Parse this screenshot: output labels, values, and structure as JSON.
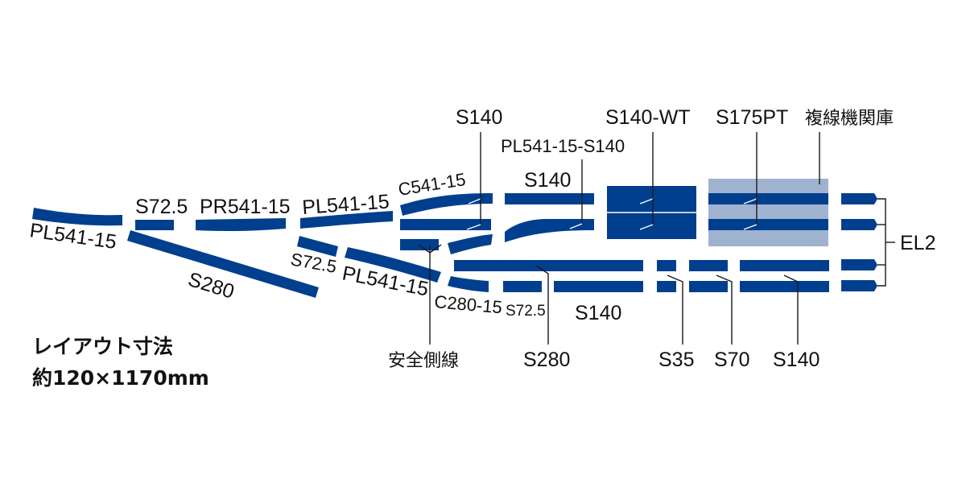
{
  "layout_info": {
    "title": "レイアウト寸法",
    "size": "約120×1170mm"
  },
  "labels": {
    "pl541_15_left": "PL541-15",
    "s72_5_top": "S72.5",
    "pr541_15": "PR541-15",
    "pl541_15_mid": "PL541-15",
    "c541_15": "C541-15",
    "s140_top": "S140",
    "pl541_15_s140": "PL541-15-S140",
    "s140_mid": "S140",
    "s140_wt": "S140-WT",
    "s175pt": "S175PT",
    "depot": "複線機関庫",
    "s280_left": "S280",
    "s72_5_lower": "S72.5",
    "pl541_15_lower": "PL541-15",
    "c280_15": "C280-15",
    "s72_5_small": "S72.5",
    "s140_bottom": "S140",
    "safety_siding": "安全側線",
    "s280_bottom": "S280",
    "s35": "S35",
    "s70": "S70",
    "s140_right": "S140",
    "el2": "EL2"
  },
  "colors": {
    "track": "#003f8e",
    "depot_platform": "#9fb3d1",
    "leader": "#1a1a1a"
  }
}
